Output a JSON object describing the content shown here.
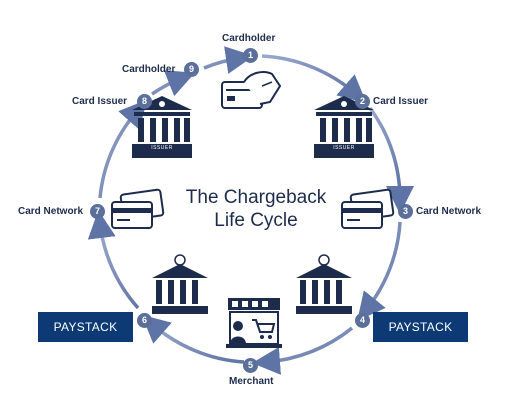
{
  "title_line1": "The Chargeback",
  "title_line2": "Life Cycle",
  "steps": [
    {
      "num": "1",
      "label": "Cardholder"
    },
    {
      "num": "2",
      "label": "Card Issuer"
    },
    {
      "num": "3",
      "label": "Card Network"
    },
    {
      "num": "4",
      "label": ""
    },
    {
      "num": "5",
      "label": "Merchant"
    },
    {
      "num": "6",
      "label": ""
    },
    {
      "num": "7",
      "label": "Card Network"
    },
    {
      "num": "8",
      "label": "Card Issuer"
    },
    {
      "num": "9",
      "label": "Cardholder"
    }
  ],
  "paystack_left": "PAYSTACK",
  "paystack_right": "PAYSTACK",
  "bank_sign": "ISSUER",
  "colors": {
    "navy": "#1d2c4c",
    "badge": "#5a6f9a",
    "ring": "#6f84b3",
    "paystack": "#0d3a75"
  }
}
